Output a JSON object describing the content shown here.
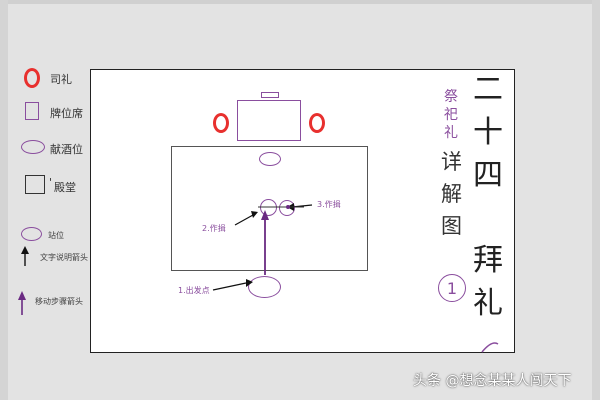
{
  "legend": {
    "officiant": "司礼",
    "tablet_seat": "牌位席",
    "wine_offering": "献酒位",
    "hall": "殿堂",
    "hall_mark": "'",
    "standing_position": "站位",
    "text_arrow": "文字说明箭头",
    "movement_arrow": "移动步骤箭头"
  },
  "annotations": {
    "step1": "1.出发点",
    "step2": "2.作揖",
    "step3": "3.作揖"
  },
  "title": {
    "main_top": [
      "二",
      "十",
      "四"
    ],
    "sub": [
      "祭",
      "祀",
      "礼"
    ],
    "mid": [
      "详",
      "解",
      "图"
    ],
    "main_bottom": [
      "拜",
      "礼"
    ],
    "number": "1"
  },
  "watermark": "头条 @想念某某人闯天下",
  "colors": {
    "accent_purple": "#8a4e9e",
    "officiant_red": "#e8302e",
    "text_dark": "#222222"
  }
}
